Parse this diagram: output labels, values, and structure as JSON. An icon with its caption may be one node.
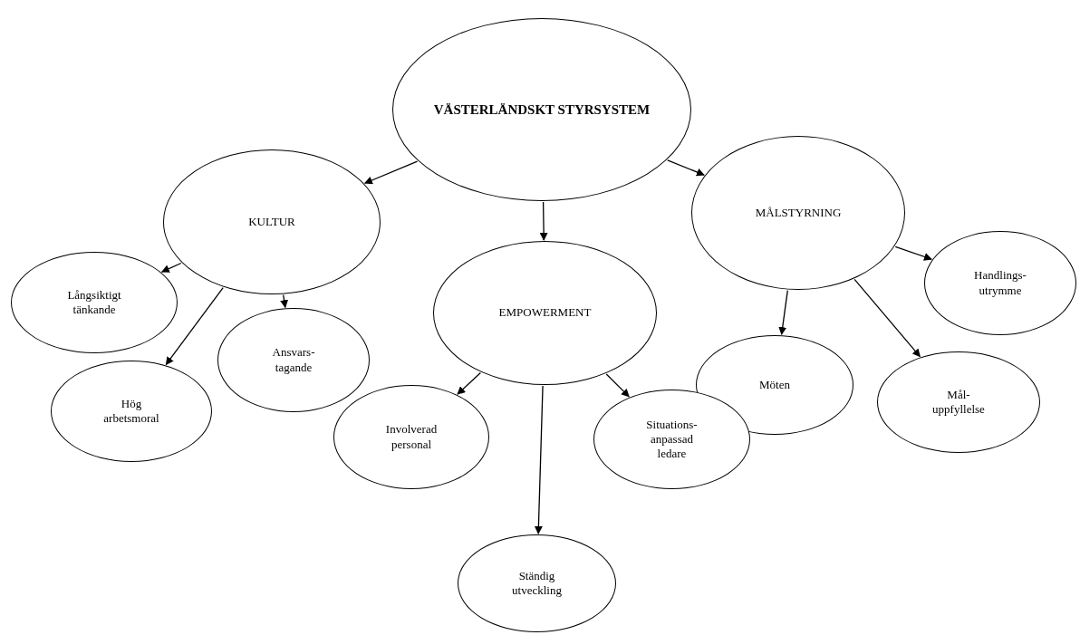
{
  "diagram": {
    "nodes": [
      {
        "text": [
          "VÄSTERLÄNDSKT STYRSYSTEM"
        ]
      },
      {
        "text": [
          "KULTUR"
        ]
      },
      {
        "text": [
          "MÅLSTYRNING"
        ]
      },
      {
        "text": [
          "EMPOWERMENT"
        ]
      },
      {
        "text": [
          "Långsiktigt tänkande"
        ]
      },
      {
        "text": [
          "Hög arbetsmoral"
        ]
      },
      {
        "text": [
          "Ansvars- tagande"
        ]
      },
      {
        "text": [
          "Handlings- utrymme"
        ]
      },
      {
        "text": [
          "Möten"
        ]
      },
      {
        "text": [
          "Mål- uppfyllelse"
        ]
      },
      {
        "text": [
          "Involverad personal"
        ]
      },
      {
        "text": [
          "Ständig utveckling"
        ]
      },
      {
        "text": [
          "Situations- anpassad ledare"
        ]
      }
    ],
    "edges": [
      {
        "from": 0,
        "to": 1,
        "arrow": "to"
      },
      {
        "from": 0,
        "to": 3,
        "arrow": "to"
      },
      {
        "from": 0,
        "to": 2,
        "arrow": "to"
      },
      {
        "from": 1,
        "to": 4,
        "arrow": "to"
      },
      {
        "from": 1,
        "to": 5,
        "arrow": "to"
      },
      {
        "from": 1,
        "to": 6,
        "arrow": "to"
      },
      {
        "from": 2,
        "to": 7,
        "arrow": "to"
      },
      {
        "from": 2,
        "to": 8,
        "arrow": "to"
      },
      {
        "from": 2,
        "to": 9,
        "arrow": "to"
      },
      {
        "from": 3,
        "to": 10,
        "arrow": "to"
      },
      {
        "from": 3,
        "to": 11,
        "arrow": "to"
      },
      {
        "from": 3,
        "to": 12,
        "arrow": "to"
      }
    ]
  }
}
